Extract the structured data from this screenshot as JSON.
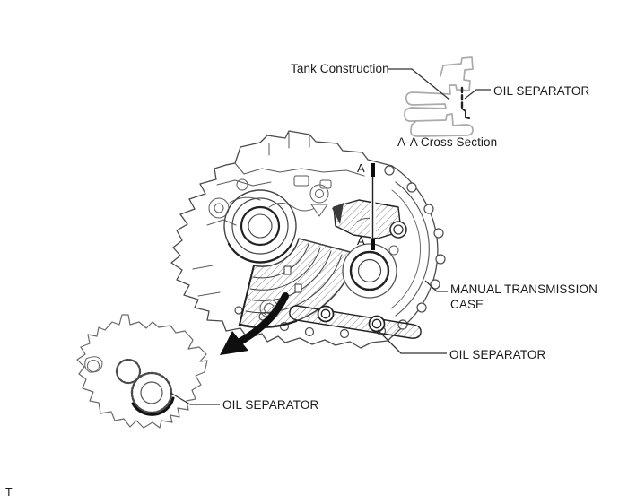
{
  "figure": {
    "type": "technical-illustration",
    "footer_marker": "T",
    "cross_section_view": {
      "tank_label": "Tank Construction",
      "oil_separator_label": "OIL SEPARATOR",
      "caption": "A-A Cross Section"
    },
    "section_markers": {
      "top": "A",
      "bottom": "A"
    },
    "main_view": {
      "case_label_line1": "MANUAL TRANSMISSION",
      "case_label_line2": "CASE",
      "oil_separator_label": "OIL SEPARATOR"
    },
    "detail_view": {
      "oil_separator_label": "OIL SEPARATOR"
    },
    "colors": {
      "background": "#ffffff",
      "line_dark": "#222222",
      "line_medium": "#4a4a4a",
      "line_light": "#ababab",
      "label_text": "#1a1a1a"
    }
  }
}
